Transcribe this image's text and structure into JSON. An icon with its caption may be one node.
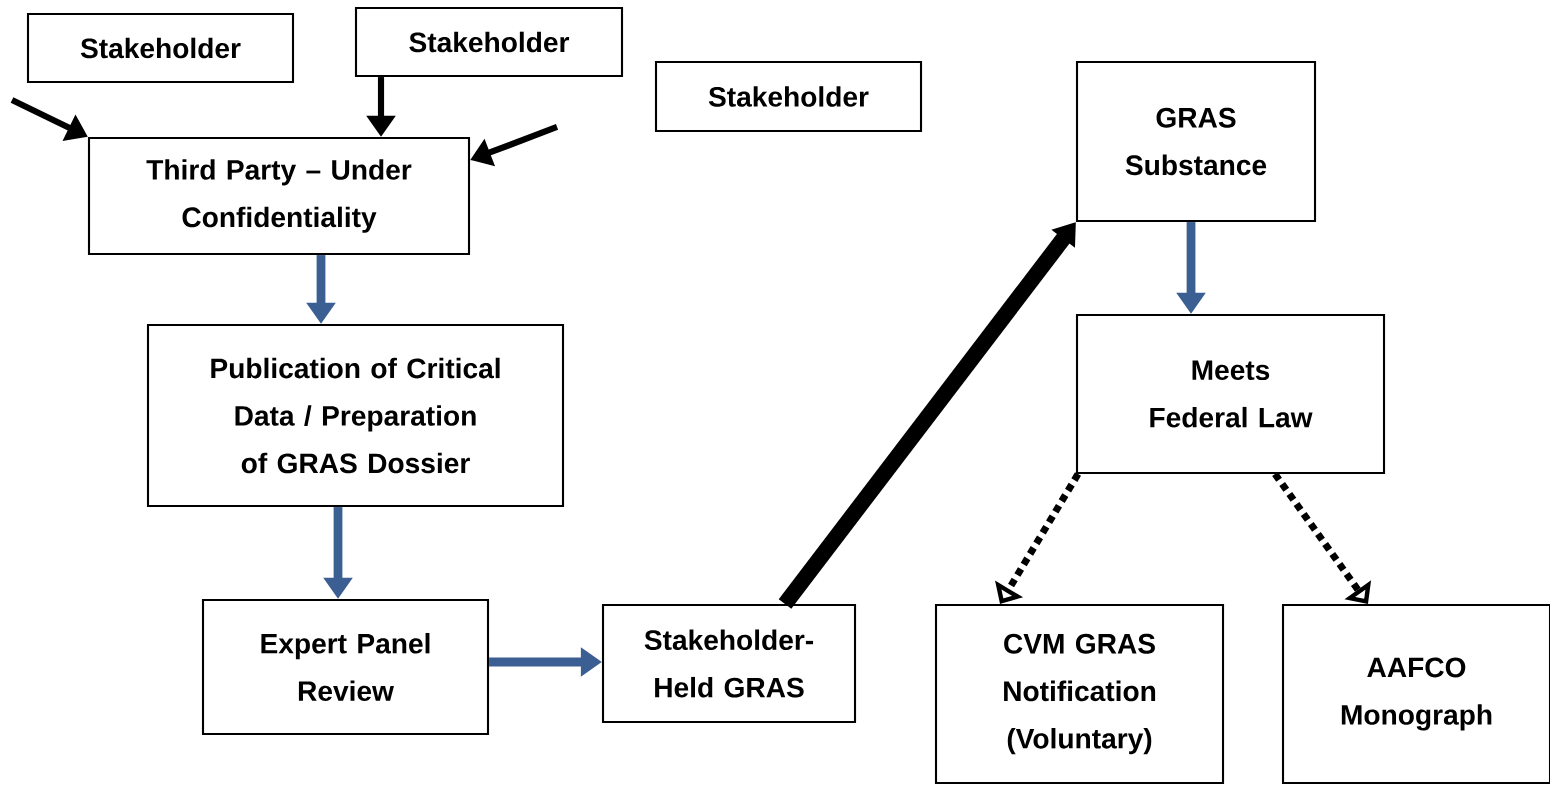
{
  "diagram": {
    "nodes": [
      {
        "text": [
          "Stakeholder"
        ]
      },
      {
        "text": [
          "Stakeholder"
        ]
      },
      {
        "text": [
          "Stakeholder"
        ]
      },
      {
        "text": [
          "Third Party – Under Confidentiality"
        ]
      },
      {
        "text": [
          "Publication of Critical Data / Preparation of GRAS Dossier"
        ]
      },
      {
        "text": [
          "Expert Panel Review"
        ]
      },
      {
        "text": [
          "Stakeholder-Held GRAS"
        ]
      },
      {
        "text": [
          "GRAS Substance"
        ]
      },
      {
        "text": [
          "Meets Federal Law"
        ]
      },
      {
        "text": [
          "CVM GRAS Notification (Voluntary)"
        ]
      },
      {
        "text": [
          "AAFCO Monograph"
        ]
      }
    ],
    "edges": [
      {
        "from": null,
        "to": 3,
        "arrow": "to"
      },
      {
        "from": 1,
        "to": 3,
        "arrow": "to"
      },
      {
        "from": null,
        "to": 3,
        "arrow": "to"
      },
      {
        "from": 3,
        "to": 4,
        "arrow": "to",
        "color": "#3c5f93"
      },
      {
        "from": 4,
        "to": 5,
        "arrow": "to",
        "color": "#3c5f93"
      },
      {
        "from": 5,
        "to": 6,
        "arrow": "to",
        "color": "#3c5f93"
      },
      {
        "from": 6,
        "to": 7,
        "arrow": "to",
        "style": "thick"
      },
      {
        "from": 7,
        "to": 8,
        "arrow": "to",
        "color": "#3c5f93"
      },
      {
        "from": 8,
        "to": 9,
        "arrow": "to",
        "style": "dashed"
      },
      {
        "from": 8,
        "to": 10,
        "arrow": "to",
        "style": "dashed"
      }
    ]
  }
}
